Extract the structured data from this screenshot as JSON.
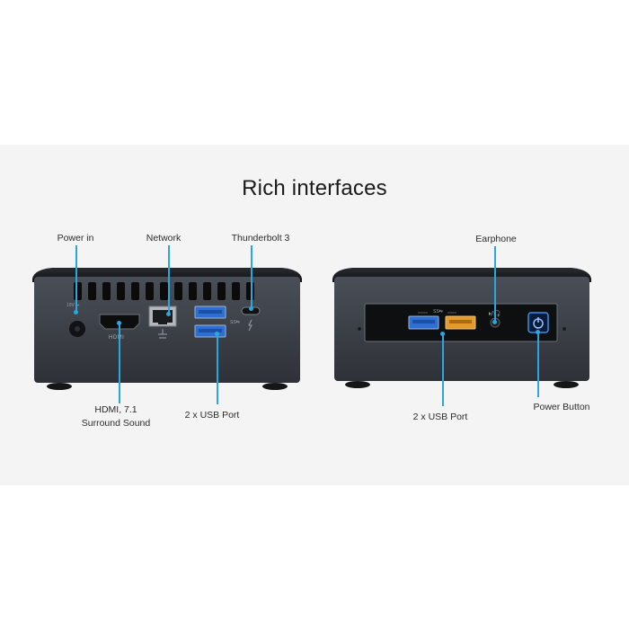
{
  "title": "Rich interfaces",
  "rear": {
    "labels": {
      "power_in": "Power in",
      "network": "Network",
      "thunderbolt": "Thunderbolt 3",
      "hdmi_line1": "HDMI, 7.1",
      "hdmi_line2": "Surround Sound",
      "usb": "2 x USB Port"
    },
    "port_marks": {
      "hdmi": "HDMI",
      "dc": "19V ⎓"
    }
  },
  "front": {
    "labels": {
      "earphone": "Earphone",
      "usb": "2 x USB Port",
      "power_button": "Power Button"
    },
    "port_marks": {
      "usb": "SS⇆"
    }
  },
  "colors": {
    "accent_line": "#2aa7e0",
    "chassis": "#3a3e45",
    "top": "#1b1c1f",
    "usb_blue": "#2f6fd1",
    "usb_orange": "#e39a2b",
    "power_glow": "#3a8fe8"
  }
}
